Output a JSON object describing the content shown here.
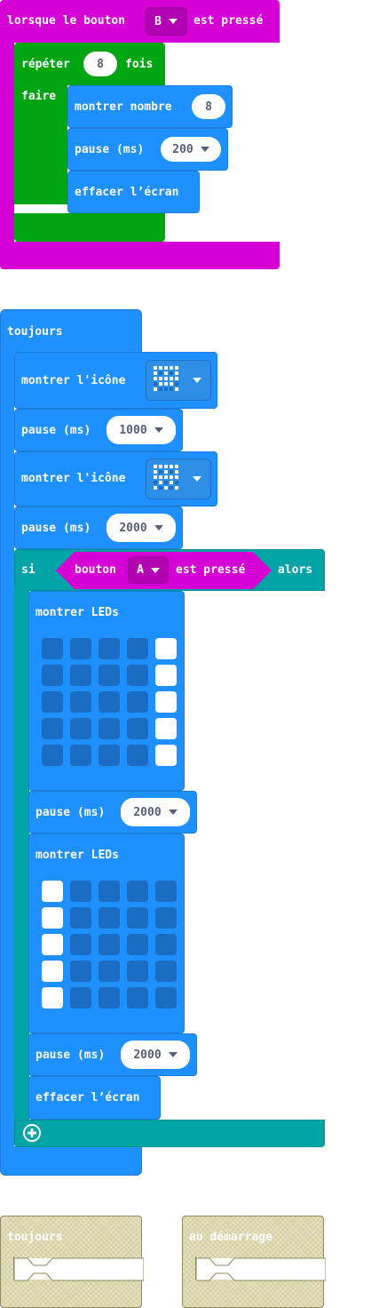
{
  "colors": {
    "input": "#d400d4",
    "loops": "#00a514",
    "basic": "#1e90ff",
    "logic": "#00a4a6",
    "disabled": "#d6d0a2"
  },
  "event_block": {
    "prefix": "lorsque le bouton",
    "button": "B",
    "suffix": "est pressé"
  },
  "repeat_block": {
    "repeat_label": "répéter",
    "count": "8",
    "times_label": "fois",
    "do_label": "faire"
  },
  "show_number": {
    "label": "montrer nombre",
    "value": "8"
  },
  "pause_1": {
    "label": "pause (ms)",
    "value": "200"
  },
  "clear_1": {
    "label": "effacer l’écran"
  },
  "forever_block": {
    "label": "toujours"
  },
  "show_icon_1": {
    "label": "montrer l'icône",
    "icon": "sad-face-icon"
  },
  "pause_2": {
    "label": "pause (ms)",
    "value": "1000"
  },
  "show_icon_2": {
    "label": "montrer l'icône",
    "icon": "confused-face-icon"
  },
  "pause_3": {
    "label": "pause (ms)",
    "value": "2000"
  },
  "if_block": {
    "if_label": "si",
    "button_label": "bouton",
    "button": "A",
    "pressed_label": "est pressé",
    "then_label": "alors",
    "add_icon": "plus-circle-icon"
  },
  "show_leds_1": {
    "label": "montrer LEDs",
    "grid": [
      [
        0,
        0,
        0,
        0,
        1
      ],
      [
        0,
        0,
        0,
        0,
        1
      ],
      [
        0,
        0,
        0,
        0,
        1
      ],
      [
        0,
        0,
        0,
        0,
        1
      ],
      [
        0,
        0,
        0,
        0,
        1
      ]
    ]
  },
  "pause_4": {
    "label": "pause (ms)",
    "value": "2000"
  },
  "show_leds_2": {
    "label": "montrer LEDs",
    "grid": [
      [
        1,
        0,
        0,
        0,
        0
      ],
      [
        1,
        0,
        0,
        0,
        0
      ],
      [
        1,
        0,
        0,
        0,
        0
      ],
      [
        1,
        0,
        0,
        0,
        0
      ],
      [
        1,
        0,
        0,
        0,
        0
      ]
    ]
  },
  "pause_5": {
    "label": "pause (ms)",
    "value": "2000"
  },
  "clear_2": {
    "label": "effacer l’écran"
  },
  "ghost_forever": {
    "label": "toujours"
  },
  "ghost_on_start": {
    "label": "au démarrage"
  }
}
